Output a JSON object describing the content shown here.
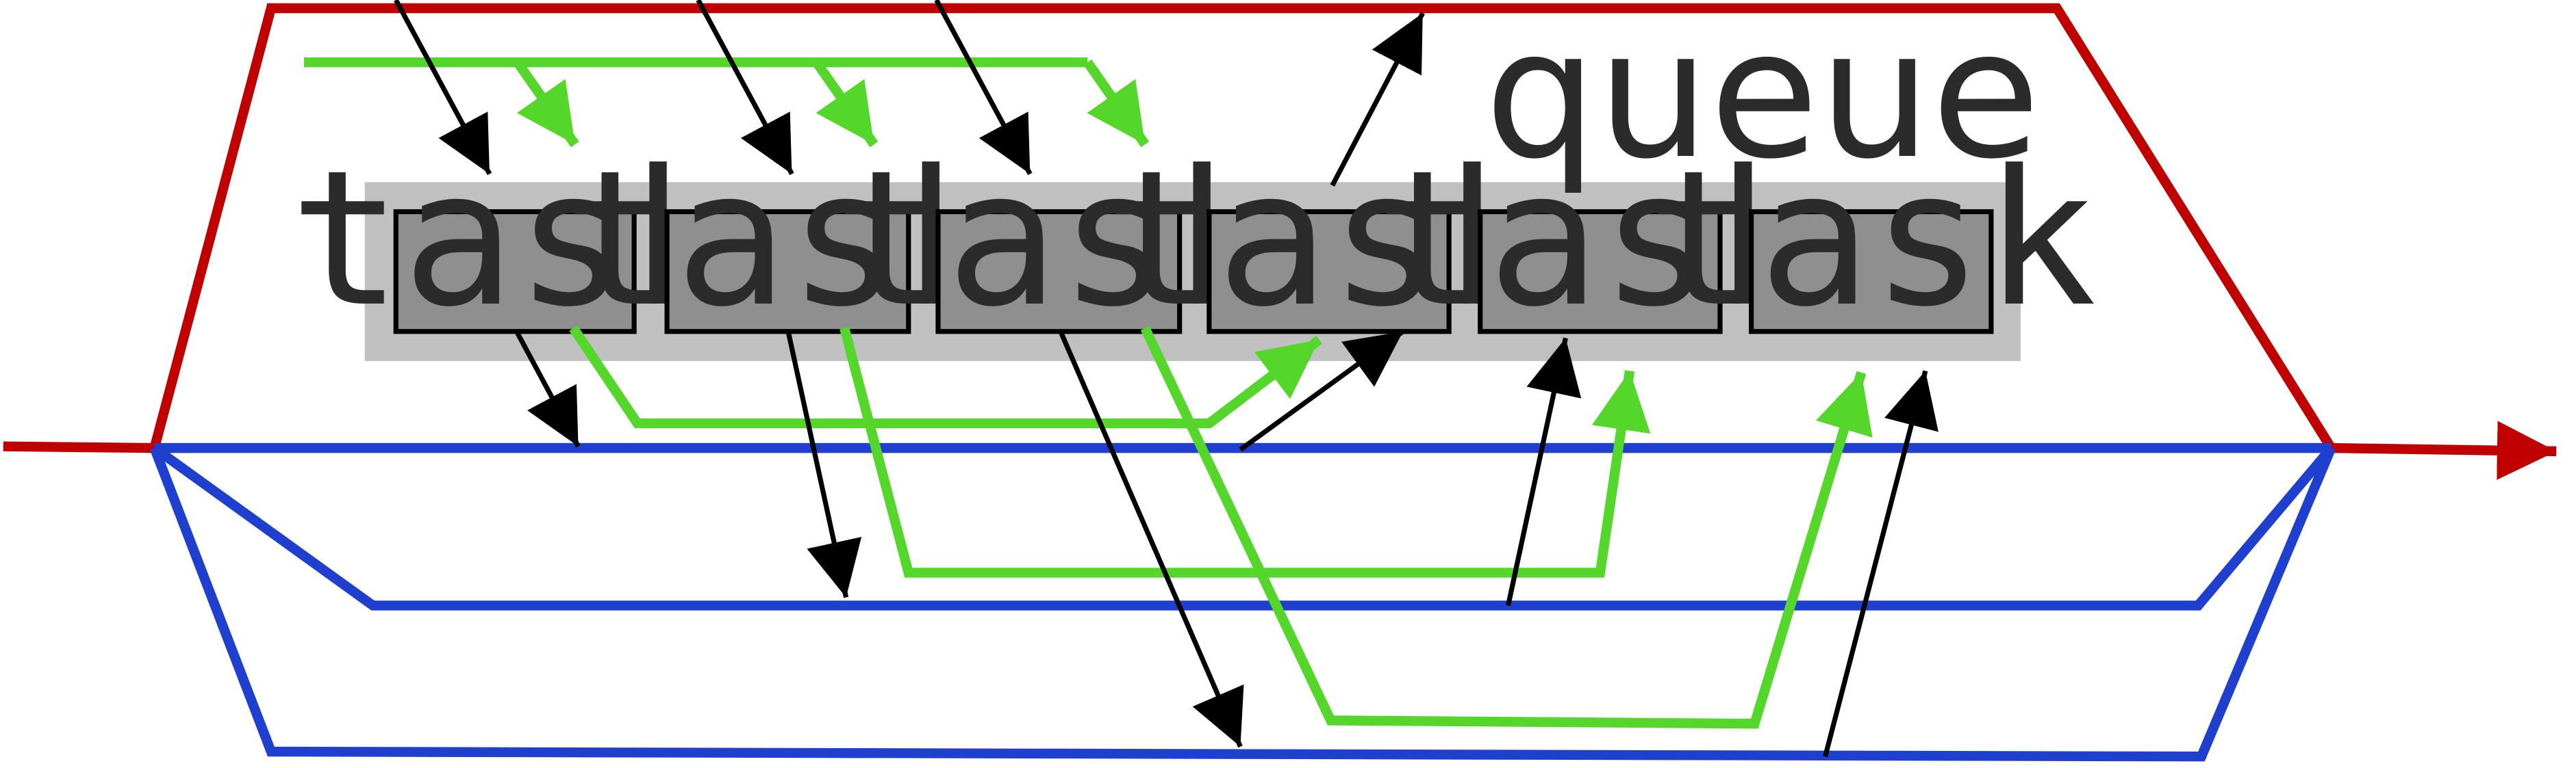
{
  "queue": {
    "label": "queue",
    "tasks": [
      "task",
      "task",
      "task",
      "task",
      "task",
      "task"
    ]
  },
  "colors": {
    "red": "#c00000",
    "blue": "#1f3fcf",
    "green": "#55d62a",
    "black": "#000000",
    "queue_bg": "#c0c0c0",
    "task_fill": "#8f8f8f"
  }
}
